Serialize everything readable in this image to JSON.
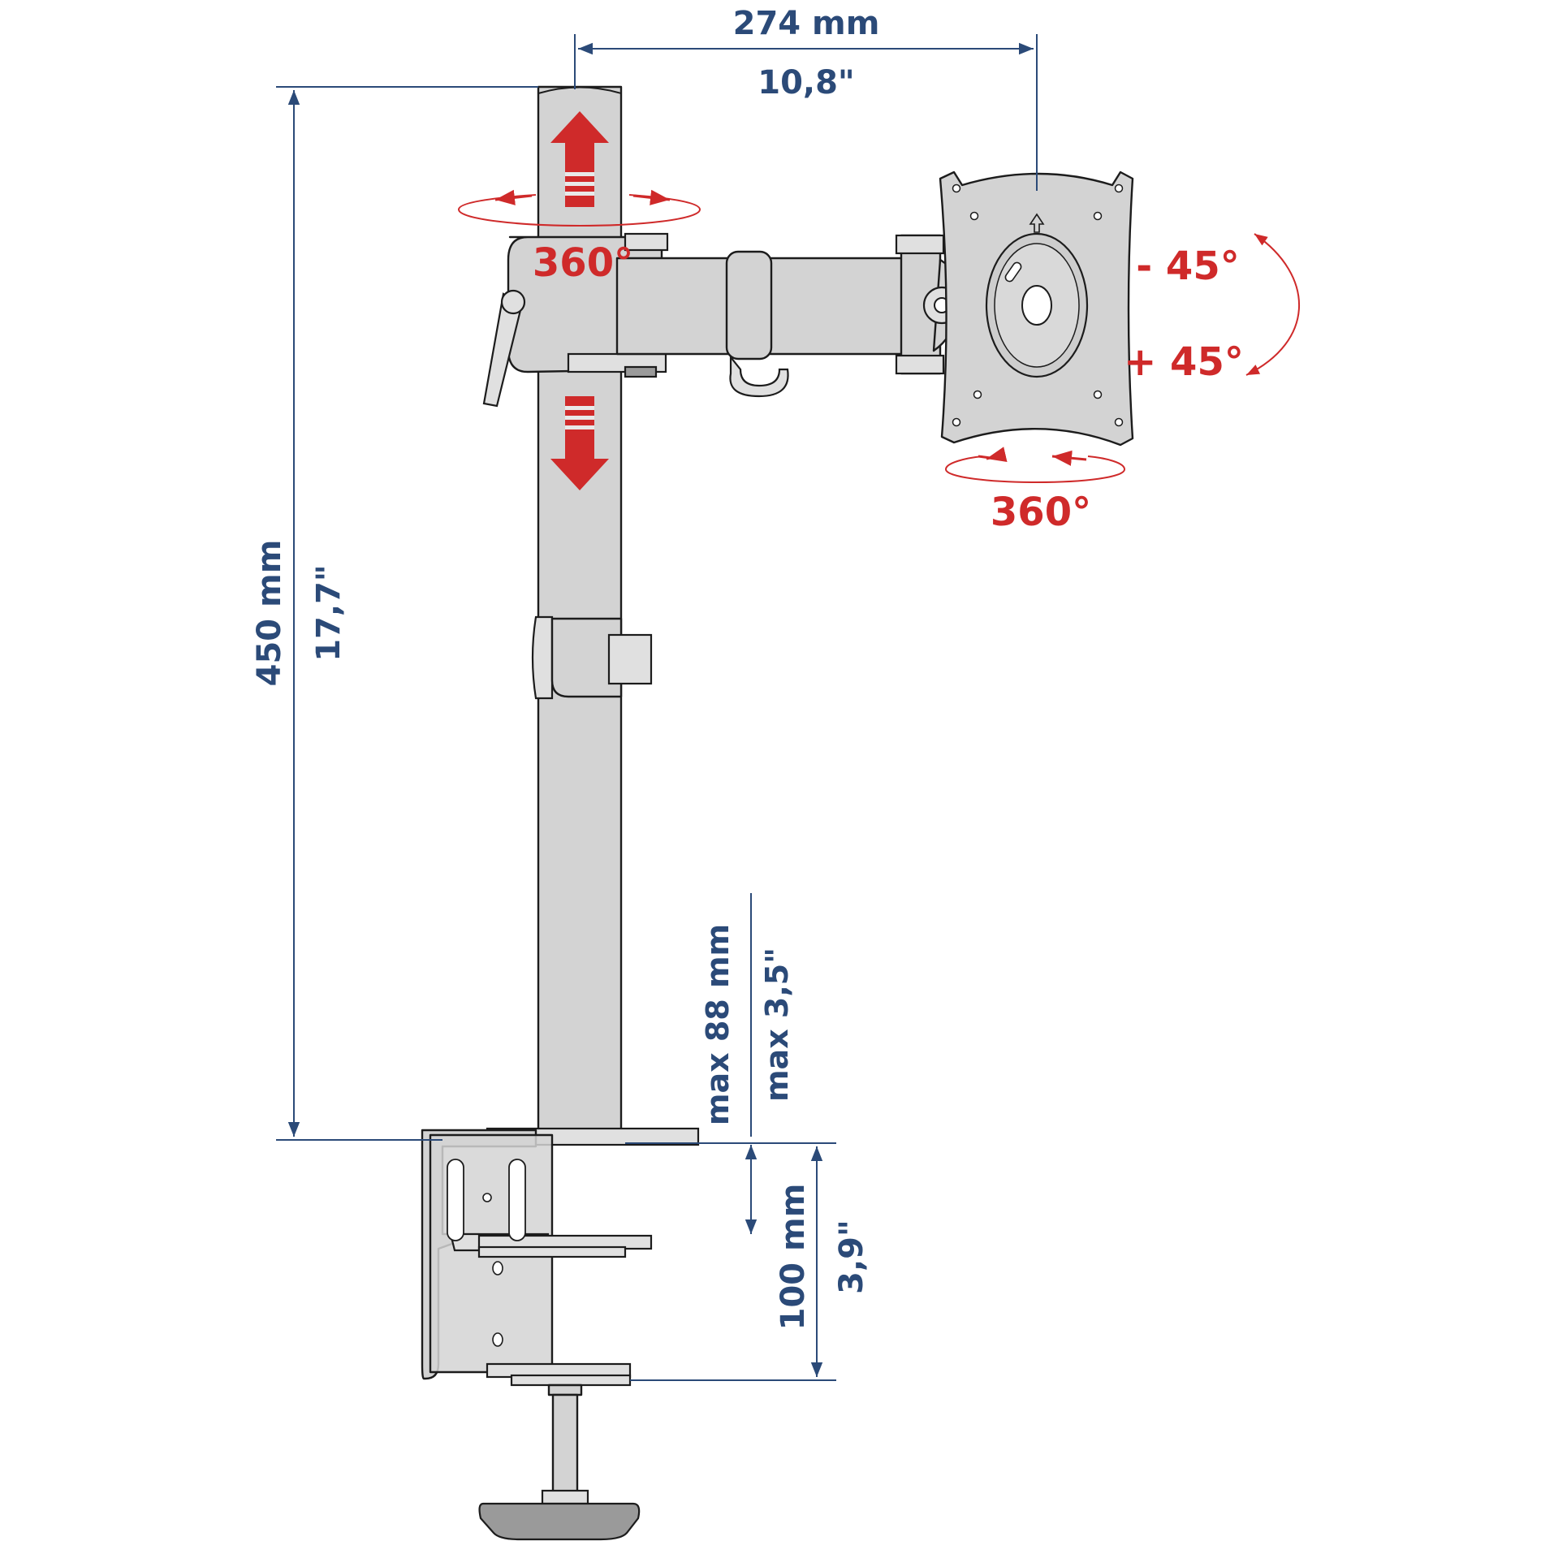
{
  "dimensions": {
    "arm_length_mm": "274 mm",
    "arm_length_in": "10,8\"",
    "pole_height_mm": "450 mm",
    "pole_height_in": "17,7\"",
    "max_height_mm": "max 88 mm",
    "max_height_in": "max 3,5\"",
    "clamp_height_mm": "100 mm",
    "clamp_height_in": "3,9\""
  },
  "rotation": {
    "pole_swivel": "360°",
    "head_swivel": "360°",
    "tilt_minus": "- 45°",
    "tilt_plus": "+ 45°"
  },
  "colors": {
    "dimension": "#2b4a78",
    "motion": "#cf2a2a",
    "part_fill": "#d3d3d3",
    "outline": "#1c1c1c"
  }
}
